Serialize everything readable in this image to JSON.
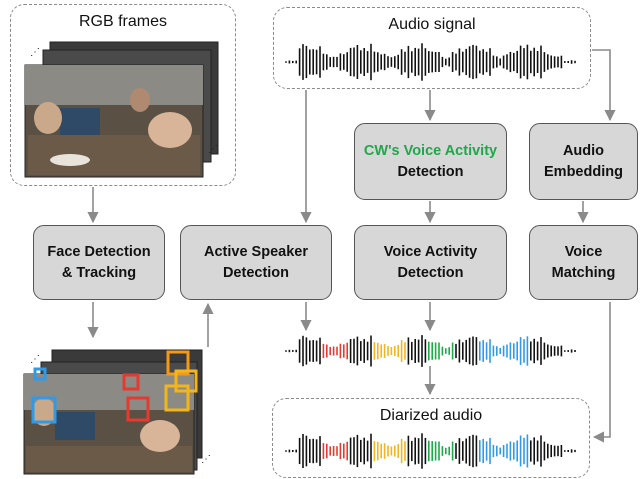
{
  "rgb_frames": {
    "title": "RGB frames"
  },
  "audio_signal": {
    "title": "Audio signal"
  },
  "diarized_audio": {
    "title": "Diarized audio"
  },
  "boxes": {
    "face_detection": {
      "line1": "Face Detection",
      "line2": "& Tracking"
    },
    "active_speaker": {
      "line1": "Active Speaker",
      "line2": "Detection"
    },
    "cw_vad": {
      "line1": "CW's Voice Activity",
      "line2": "Detection"
    },
    "vad": {
      "line1": "Voice Activity",
      "line2": "Detection"
    },
    "audio_embedding": {
      "line1": "Audio",
      "line2": "Embedding"
    },
    "voice_matching": {
      "line1": "Voice",
      "line2": "Matching"
    }
  },
  "colors": {
    "highlight_text": "#1ea84a",
    "speaker_red": "#e53a2f",
    "speaker_yellow": "#f2b51c",
    "speaker_green": "#1ea84a",
    "speaker_blue": "#2f9be8",
    "speaker_orange": "#f29a1c",
    "waveform_base": "#111111"
  }
}
